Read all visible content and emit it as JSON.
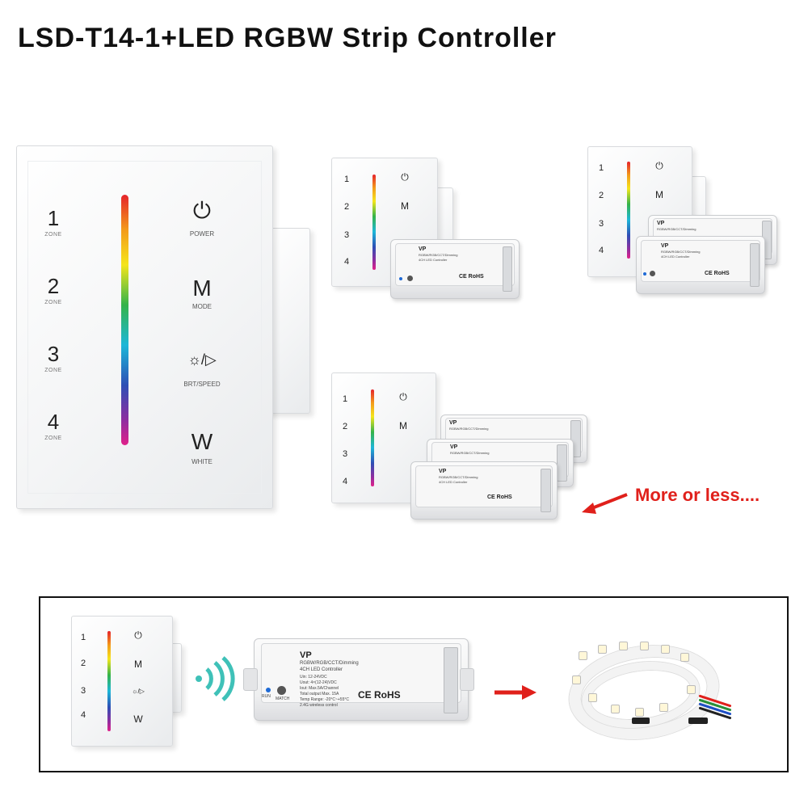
{
  "title": "LSD-T14-1+LED RGBW Strip Controller",
  "note": "More or less....",
  "panel": {
    "numbers": [
      "1",
      "2",
      "3",
      "4"
    ],
    "zone_label": "ZONE",
    "keys": [
      {
        "glyph": "⏻",
        "label": "POWER"
      },
      {
        "glyph": "M",
        "label": "MODE"
      },
      {
        "glyph": "☼/▷",
        "label": "BRT/SPEED"
      },
      {
        "glyph": "W",
        "label": "WHITE"
      }
    ]
  },
  "controller": {
    "brand": "VP",
    "type_line": "RGBW/RGB/CCT/Dimming",
    "sub_line": "4CH LED Controller",
    "specs": [
      "Uin: 12-24VDC",
      "Uout: 4×(12-24)VDC",
      "Iout: Max.5A/Channel",
      "Total output Max. 15A",
      "Temp Range: -20°C~+55°C",
      "2.4G wireless control"
    ],
    "cert": "CE RoHS",
    "run": "RUN",
    "match": "MATCH"
  },
  "colors": {
    "accent_red": "#e0201b",
    "signal_teal": "#3fc1b8"
  }
}
